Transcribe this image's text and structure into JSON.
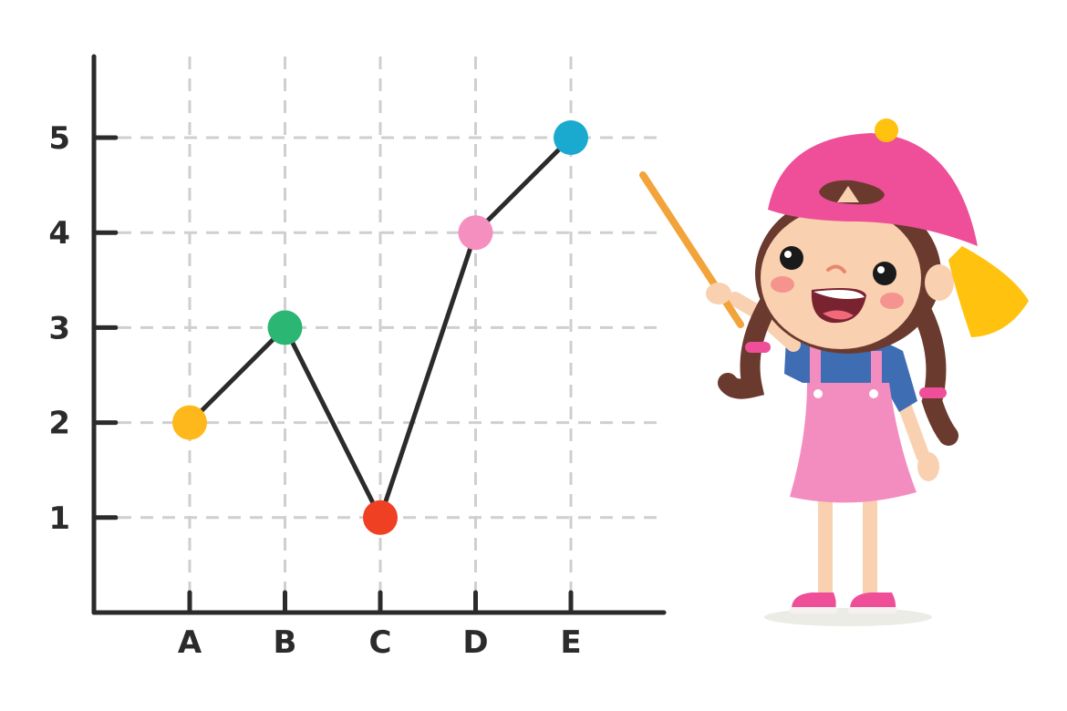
{
  "chart_data": {
    "type": "line",
    "categories": [
      "A",
      "B",
      "C",
      "D",
      "E"
    ],
    "series": [
      {
        "values": [
          2,
          3,
          1,
          4,
          5
        ]
      }
    ],
    "point_colors": [
      "#FFB81C",
      "#2BB673",
      "#EF4023",
      "#F48FBF",
      "#1BAACF"
    ],
    "yticks": [
      "1",
      "2",
      "3",
      "4",
      "5"
    ],
    "ylim": [
      0,
      5.8
    ],
    "grid": true,
    "line_color": "#2b2b2b",
    "axis_color": "#2b2b2b",
    "grid_color": "#cfcfcf"
  },
  "illustration": {
    "cap_color": "#EE4F98",
    "cap_brim_color": "#FFC20E",
    "shirt_color": "#3F6DB3",
    "dress_color": "#F38DC0",
    "hair_color": "#6B3A2E",
    "skin_color": "#F9D1B0",
    "pointer_color": "#F2A33A",
    "shoe_color": "#EE4F98"
  }
}
